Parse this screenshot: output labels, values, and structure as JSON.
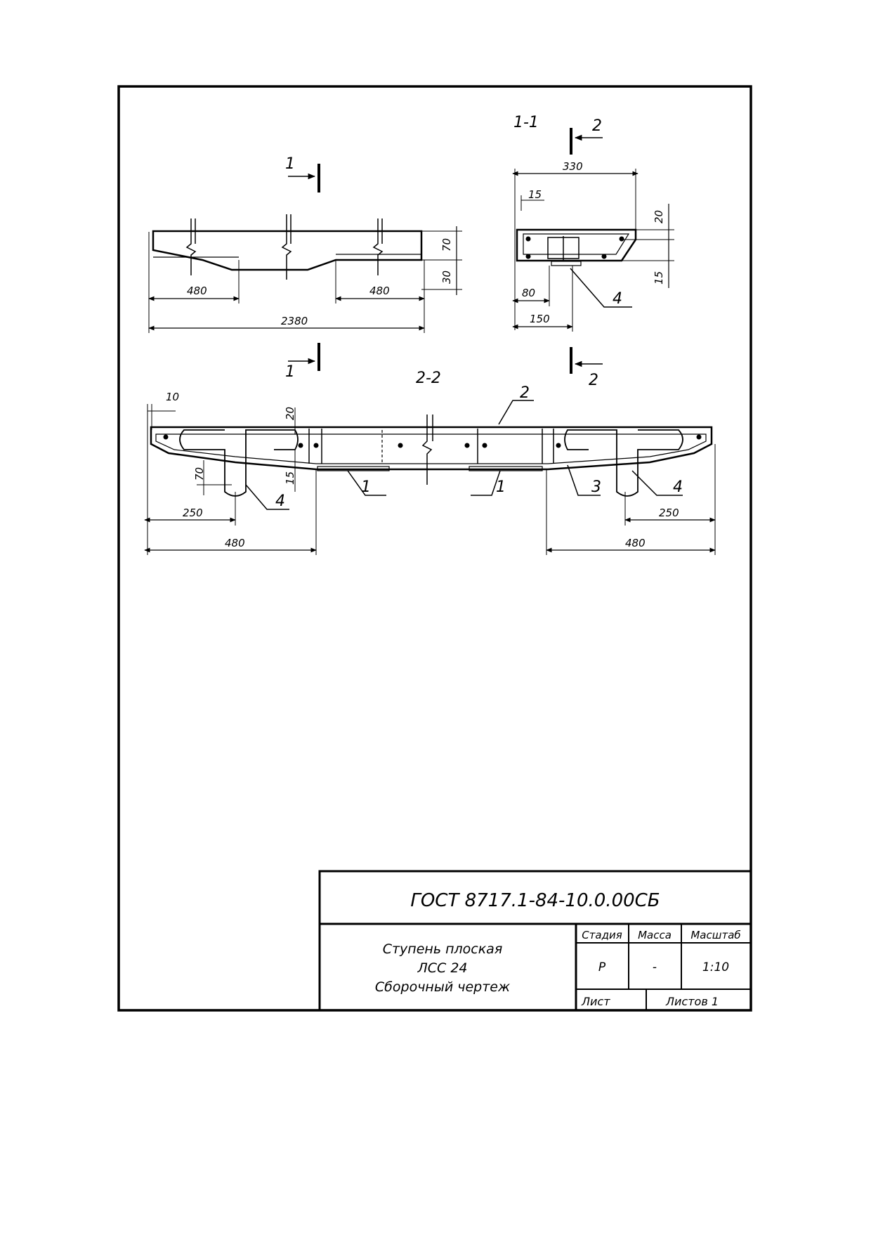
{
  "drawing": {
    "view_top": {
      "section_mark": "1",
      "dim_left": "480",
      "dim_right": "480",
      "dim_total": "2380",
      "dim_height_top": "70",
      "dim_height_bottom": "30"
    },
    "section_1_1": {
      "title": "1-1",
      "section_mark": "2",
      "dim_width": "330",
      "dim_edge": "15",
      "dim_top": "20",
      "dim_bottom": "15",
      "dim_80": "80",
      "dim_150": "150",
      "callout_4": "4"
    },
    "section_2_2": {
      "title": "2-2",
      "dim_10": "10",
      "dim_20": "20",
      "dim_70": "70",
      "dim_15": "15",
      "dim_250_left": "250",
      "dim_480_left": "480",
      "dim_250_right": "250",
      "dim_480_right": "480",
      "callout_1a": "1",
      "callout_1b": "1",
      "callout_2": "2",
      "callout_3": "3",
      "callout_4a": "4",
      "callout_4b": "4"
    }
  },
  "title_block": {
    "designation": "ГОСТ 8717.1-84-10.0.00СБ",
    "name_line1": "Ступень плоская",
    "name_line2": "ЛСС 24",
    "name_line3": "Сборочный чертеж",
    "stage_header": "Стадия",
    "mass_header": "Масса",
    "scale_header": "Масштаб",
    "stage_value": "Р",
    "mass_value": "-",
    "scale_value": "1:10",
    "sheet_label": "Лист",
    "sheets_label": "Листов 1"
  }
}
